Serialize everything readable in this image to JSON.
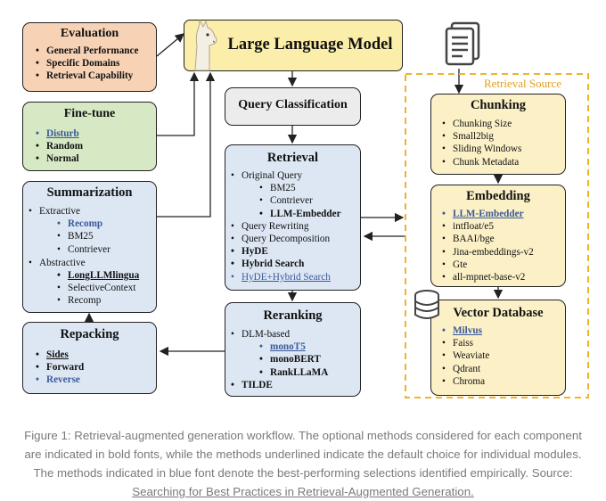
{
  "llm": {
    "title": "Large Language Model"
  },
  "evaluation": {
    "title": "Evaluation",
    "items": [
      "General Performance",
      "Specific Domains",
      "Retrieval Capability"
    ]
  },
  "finetune": {
    "title": "Fine-tune",
    "items": [
      "Disturb",
      "Random",
      "Normal"
    ]
  },
  "summarization": {
    "title": "Summarization",
    "extractive": "Extractive",
    "extractive_items": [
      "Recomp",
      "BM25",
      "Contriever"
    ],
    "abstractive": "Abstractive",
    "abstractive_items": [
      "LongLLMlingua",
      "SelectiveContext",
      "Recomp"
    ]
  },
  "repacking": {
    "title": "Repacking",
    "items": [
      "Sides",
      "Forward",
      "Reverse"
    ]
  },
  "query_classification": {
    "title": "Query Classification"
  },
  "retrieval": {
    "title": "Retrieval",
    "original_query": "Original Query",
    "original_items": [
      "BM25",
      "Contriever",
      "LLM-Embedder"
    ],
    "items": [
      "Query Rewriting",
      "Query Decomposition",
      "HyDE",
      "Hybrid Search",
      "HyDE+Hybrid Search"
    ]
  },
  "reranking": {
    "title": "Reranking",
    "dlm": "DLM-based",
    "dlm_items": [
      "monoT5",
      "monoBERT",
      "RankLLaMA"
    ],
    "tilde": "TILDE"
  },
  "retrieval_source": {
    "label": "Retrieval Source"
  },
  "chunking": {
    "title": "Chunking",
    "items": [
      "Chunking Size",
      "Small2big",
      "Sliding Windows",
      "Chunk Metadata"
    ]
  },
  "embedding": {
    "title": "Embedding",
    "items": [
      "LLM-Embedder",
      "intfloat/e5",
      "BAAI/bge",
      "Jina-embeddings-v2",
      "Gte",
      "all-mpnet-base-v2"
    ]
  },
  "vector_db": {
    "title": "Vector Database",
    "items": [
      "Milvus",
      "Faiss",
      "Weaviate",
      "Qdrant",
      "Chroma"
    ]
  },
  "caption": {
    "line1": "Figure 1: Retrieval-augmented generation workflow. The optional methods considered for each component",
    "line2": "are indicated in bold fonts, while the methods underlined indicate the default choice for individual modules.",
    "line3": "The methods indicated in blue font denote the best-performing selections identified empirically. Source:",
    "link": "Searching for Best Practices in Retrieval-Augmented Generation."
  },
  "colors": {
    "evaluation_bg": "#f7d2b5",
    "finetune_bg": "#d6e8c4",
    "blue_box_bg": "#dde7f4",
    "llm_bg": "#fbeeaa",
    "source_bg": "#fbf0c6",
    "source_border": "#f0b429",
    "gray_bg": "#ececec",
    "blue_text": "#3a5a9a"
  }
}
